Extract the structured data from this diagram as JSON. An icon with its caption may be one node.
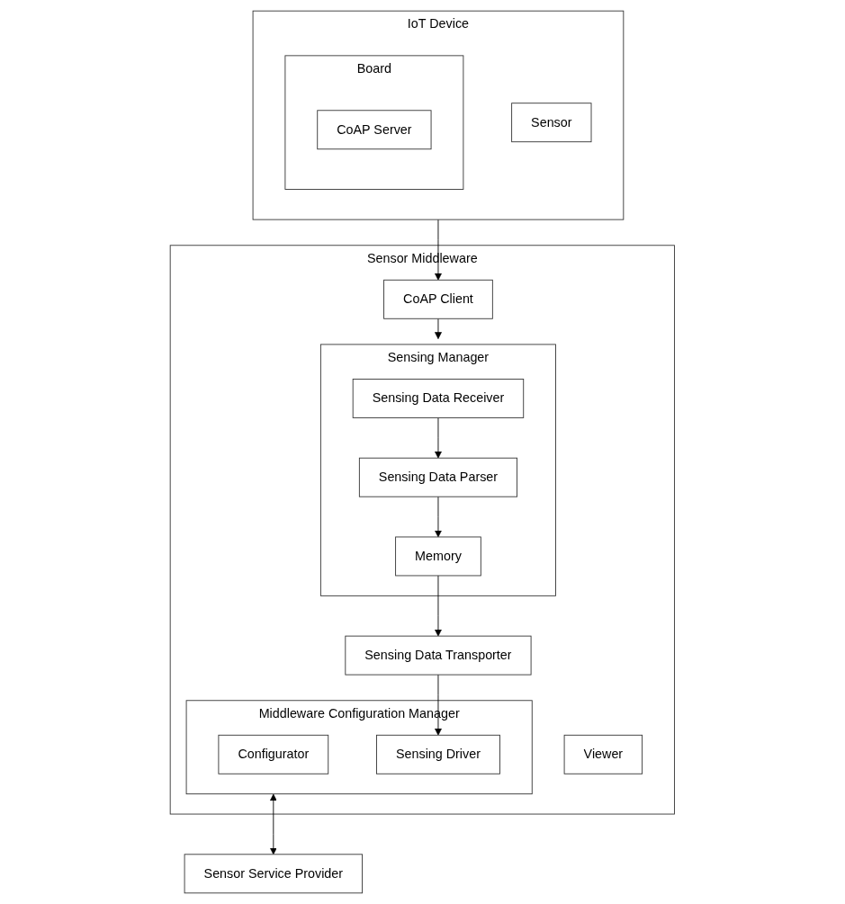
{
  "diagram": {
    "nodes": [
      {
        "text": [
          "Sensor Service Provider"
        ]
      },
      {
        "text": [
          "IoT Device"
        ]
      },
      {
        "text": [
          "Board"
        ],
        "in": 1
      },
      {
        "text": [
          "CoAP Server"
        ],
        "in": 2
      },
      {
        "text": [
          "Sensor"
        ],
        "in": 1
      },
      {
        "text": [
          "Sensor Middleware"
        ]
      },
      {
        "text": [
          "Viewer"
        ],
        "in": 5
      },
      {
        "text": [
          "Middleware Configuration Manager"
        ],
        "in": 5
      },
      {
        "text": [
          "Configurator"
        ],
        "in": 7
      },
      {
        "text": [
          "Sensing Driver"
        ],
        "in": 7
      },
      {
        "text": [
          "CoAP Client"
        ],
        "in": 5
      },
      {
        "text": [
          "Sensing Manager"
        ],
        "in": 5
      },
      {
        "text": [
          "Sensing Data Receiver"
        ],
        "in": 11
      },
      {
        "text": [
          "Sensing Data Parser"
        ],
        "in": 11
      },
      {
        "text": [
          "Memory"
        ],
        "in": 11
      },
      {
        "text": [
          "Sensing Data Transporter"
        ],
        "in": 5
      }
    ],
    "edges": [
      {
        "from": 7,
        "to": 0,
        "arrow": "both"
      },
      {
        "from": 1,
        "to": 10,
        "arrow": "to"
      },
      {
        "from": 10,
        "to": 11,
        "arrow": "to"
      },
      {
        "from": 15,
        "to": 9,
        "arrow": "to"
      },
      {
        "from": 12,
        "to": 13,
        "arrow": "to"
      },
      {
        "from": 13,
        "to": 14,
        "arrow": "to"
      },
      {
        "from": 14,
        "to": 15,
        "arrow": "to"
      }
    ]
  }
}
